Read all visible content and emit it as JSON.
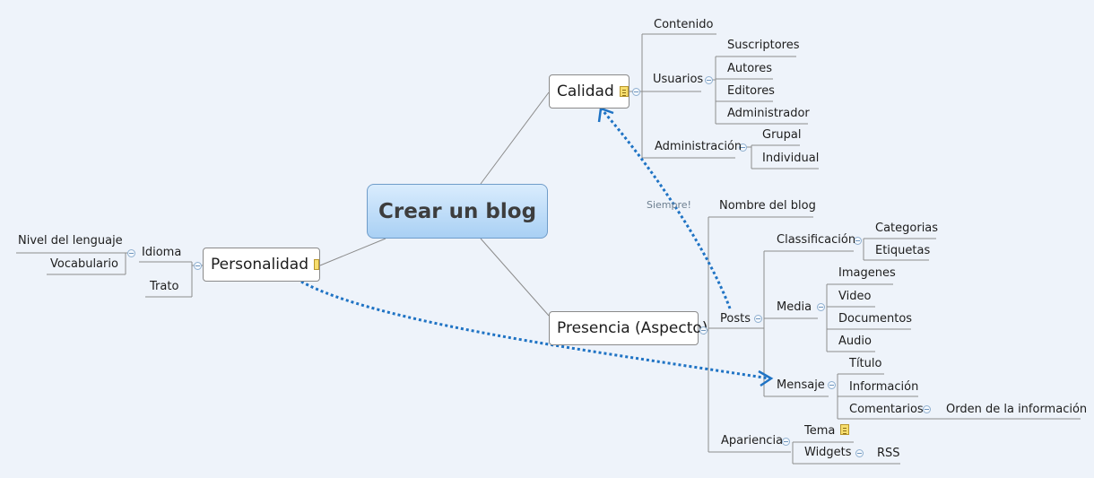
{
  "central": "Crear un blog",
  "main_topics": {
    "calidad": "Calidad",
    "personalidad": "Personalidad",
    "presencia": "Presencia (Aspecto)"
  },
  "calidad": {
    "contenido": "Contenido",
    "usuarios": "Usuarios",
    "usuarios_items": [
      "Suscriptores",
      "Autores",
      "Editores",
      "Administrador"
    ],
    "administracion": "Administración",
    "administracion_items": [
      "Grupal",
      "Individual"
    ]
  },
  "personalidad": {
    "idioma": "Idioma",
    "idioma_items": [
      "Nivel del lenguaje",
      "Vocabulario"
    ],
    "trato": "Trato"
  },
  "presencia": {
    "nombre": "Nombre del blog",
    "posts": "Posts",
    "clasificacion": "Classificación",
    "clasificacion_items": [
      "Categorias",
      "Etiquetas"
    ],
    "media": "Media",
    "media_items": [
      "Imagenes",
      "Video",
      "Documentos",
      "Audio"
    ],
    "mensaje": "Mensaje",
    "mensaje_items": [
      "Título",
      "Información",
      "Comentarios"
    ],
    "orden": "Orden de la información",
    "apariencia": "Apariencia",
    "tema": "Tema",
    "widgets": "Widgets",
    "rss": "RSS"
  },
  "relationship_label": "Siempre!",
  "colors": {
    "relationship": "#1f73c4",
    "connector": "#8c8c8c",
    "central_top": "#d9ecfd",
    "central_bottom": "#a9d0f4"
  }
}
